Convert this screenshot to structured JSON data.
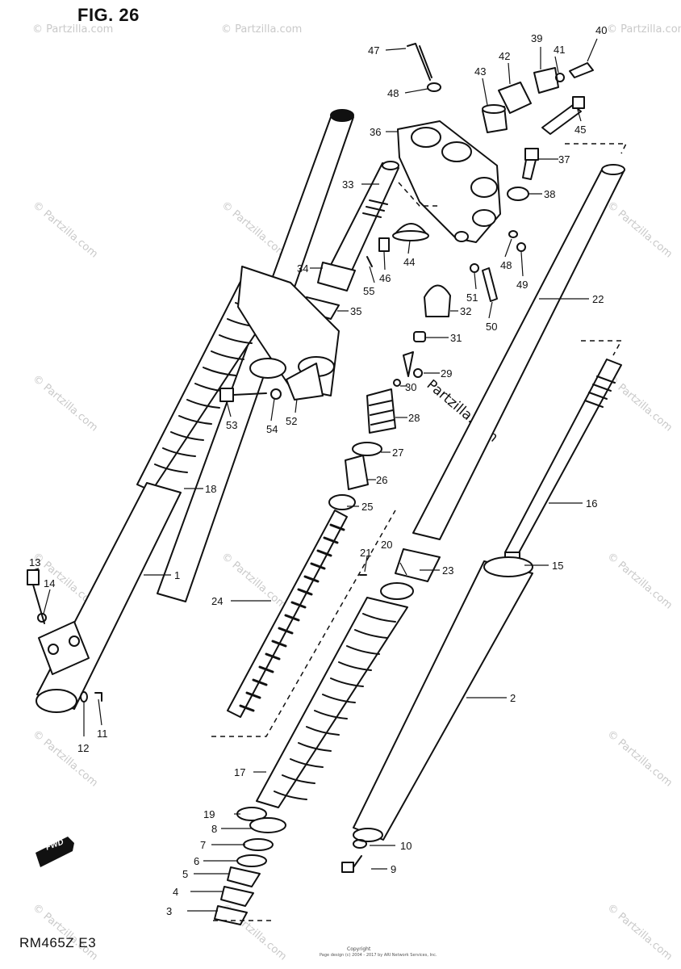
{
  "header": {
    "title": "FIG. 26"
  },
  "footer": {
    "model_code": "RM465Z E3",
    "copyright_line1": "Copyright",
    "copyright_line2": "Page design (c) 2004 - 2017 by ARI Network Services, Inc."
  },
  "watermark": {
    "text": "© Partzilla.com",
    "center_text": "Partzilla.com"
  },
  "fwd_badge": "FWD",
  "callouts": [
    {
      "id": "c1",
      "label": "1"
    },
    {
      "id": "c2",
      "label": "2"
    },
    {
      "id": "c3",
      "label": "3"
    },
    {
      "id": "c4",
      "label": "4"
    },
    {
      "id": "c5",
      "label": "5"
    },
    {
      "id": "c6",
      "label": "6"
    },
    {
      "id": "c7",
      "label": "7"
    },
    {
      "id": "c8",
      "label": "8"
    },
    {
      "id": "c9",
      "label": "9"
    },
    {
      "id": "c10",
      "label": "10"
    },
    {
      "id": "c11",
      "label": "11"
    },
    {
      "id": "c12",
      "label": "12"
    },
    {
      "id": "c13",
      "label": "13"
    },
    {
      "id": "c14",
      "label": "14"
    },
    {
      "id": "c15",
      "label": "15"
    },
    {
      "id": "c16",
      "label": "16"
    },
    {
      "id": "c17",
      "label": "17"
    },
    {
      "id": "c18",
      "label": "18"
    },
    {
      "id": "c19",
      "label": "19"
    },
    {
      "id": "c20",
      "label": "20"
    },
    {
      "id": "c21",
      "label": "21"
    },
    {
      "id": "c22",
      "label": "22"
    },
    {
      "id": "c23",
      "label": "23"
    },
    {
      "id": "c24",
      "label": "24"
    },
    {
      "id": "c25",
      "label": "25"
    },
    {
      "id": "c26",
      "label": "26"
    },
    {
      "id": "c27",
      "label": "27"
    },
    {
      "id": "c28",
      "label": "28"
    },
    {
      "id": "c29",
      "label": "29"
    },
    {
      "id": "c30",
      "label": "30"
    },
    {
      "id": "c31",
      "label": "31"
    },
    {
      "id": "c32",
      "label": "32"
    },
    {
      "id": "c33",
      "label": "33"
    },
    {
      "id": "c34",
      "label": "34"
    },
    {
      "id": "c35",
      "label": "35"
    },
    {
      "id": "c36",
      "label": "36"
    },
    {
      "id": "c37",
      "label": "37"
    },
    {
      "id": "c38",
      "label": "38"
    },
    {
      "id": "c39",
      "label": "39"
    },
    {
      "id": "c40",
      "label": "40"
    },
    {
      "id": "c41",
      "label": "41"
    },
    {
      "id": "c42",
      "label": "42"
    },
    {
      "id": "c43",
      "label": "43"
    },
    {
      "id": "c44",
      "label": "44"
    },
    {
      "id": "c45",
      "label": "45"
    },
    {
      "id": "c46",
      "label": "46"
    },
    {
      "id": "c47",
      "label": "47"
    },
    {
      "id": "c48a",
      "label": "48"
    },
    {
      "id": "c48b",
      "label": "48"
    },
    {
      "id": "c49",
      "label": "49"
    },
    {
      "id": "c50",
      "label": "50"
    },
    {
      "id": "c51",
      "label": "51"
    },
    {
      "id": "c52",
      "label": "52"
    },
    {
      "id": "c53",
      "label": "53"
    },
    {
      "id": "c54",
      "label": "54"
    },
    {
      "id": "c55",
      "label": "55"
    }
  ]
}
